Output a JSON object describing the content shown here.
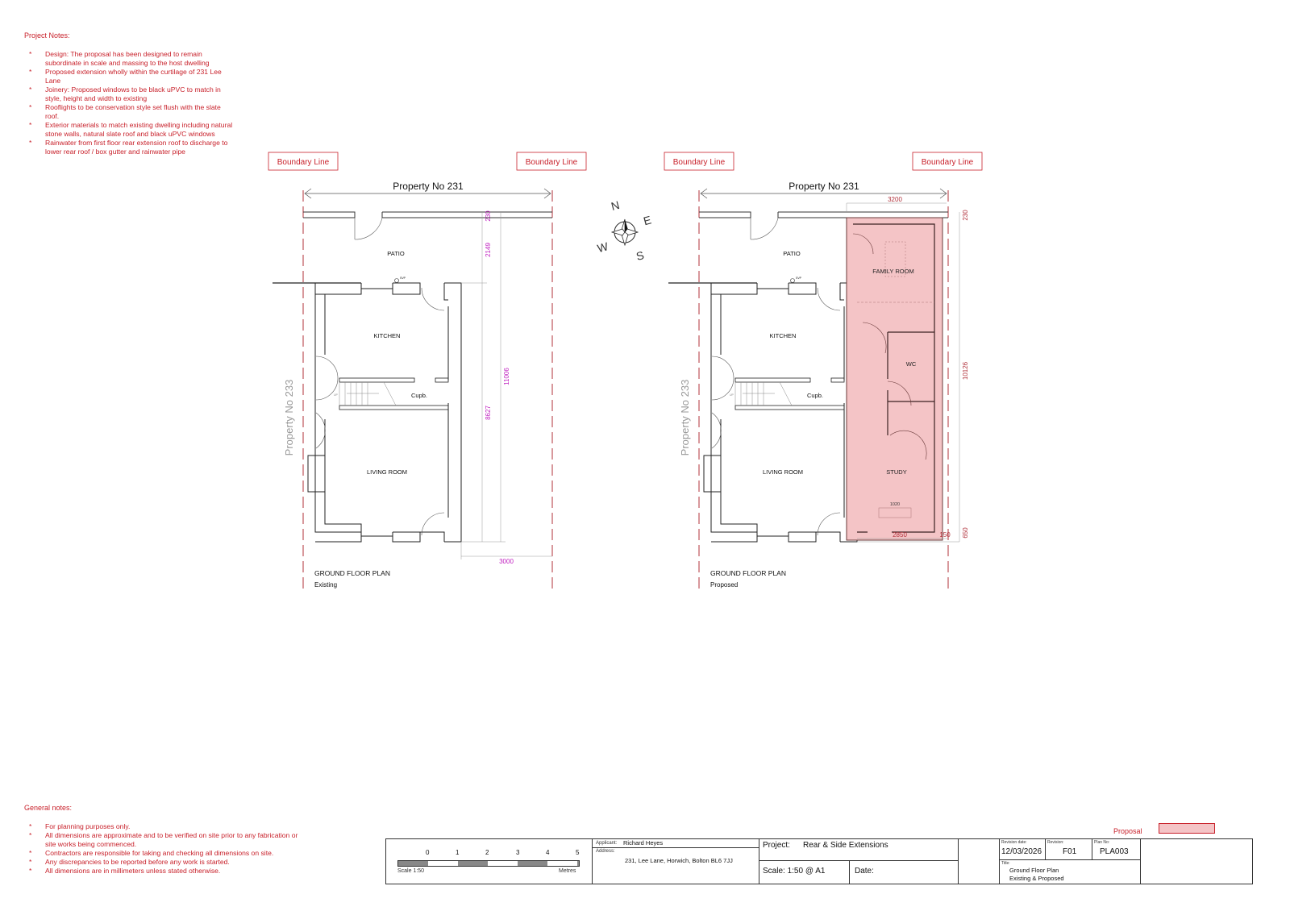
{
  "project_notes": {
    "title": "Project Notes:",
    "items": [
      "Design: The proposal has been designed to remain subordinate in scale and massing to the host dwelling",
      "Proposed extension wholly within the curtilage of 231 Lee Lane",
      "Joinery: Proposed windows to be black uPVC to match in style, height and width to existing",
      "Rooflights to be conservation style set flush with the slate roof.",
      "Exterior materials to match existing dwelling including natural stone walls, natural slate roof and black uPVC windows",
      "Rainwater from first floor rear extension roof to discharge to lower rear roof / box gutter and rainwater pipe"
    ]
  },
  "general_notes": {
    "title": "General notes:",
    "items": [
      "For planning purposes only.",
      "All dimensions are approximate and to be verified on site prior to any fabrication or site works being commenced.",
      "Contractors are responsible for taking and checking all dimensions on site.",
      "Any discrepancies to be reported before any work is started.",
      "All dimensions are in millimeters unless stated otherwise."
    ]
  },
  "plans": {
    "existing": {
      "boundary_left": "Boundary Line",
      "boundary_right": "Boundary Line",
      "property_top": "Property No 231",
      "property_side": "Property No 233",
      "rooms": {
        "patio": "PATIO",
        "kitchen": "KITCHEN",
        "cupboard": "Cupb.",
        "living": "LIVING ROOM",
        "svp": "SVP",
        "up": "UP"
      },
      "dims": {
        "d230": "230",
        "d2149": "2149",
        "d11006": "11006",
        "d8627": "8627",
        "d3000": "3000"
      },
      "title": "GROUND FLOOR PLAN",
      "subtitle": "Existing"
    },
    "proposed": {
      "boundary_left": "Boundary Line",
      "boundary_right": "Boundary Line",
      "property_top": "Property No 231",
      "property_side": "Property No 233",
      "rooms": {
        "patio": "PATIO",
        "kitchen": "KITCHEN",
        "cupboard": "Cupb.",
        "living": "LIVING ROOM",
        "svp": "SVP",
        "up": "UP",
        "family": "FAMILY ROOM",
        "wc": "WC",
        "study": "STUDY"
      },
      "dims": {
        "d3200": "3200",
        "d230": "230",
        "d10126": "10126",
        "d650": "650",
        "d2850": "2850",
        "d150": "150",
        "d1020": "1020"
      },
      "title": "GROUND FLOOR PLAN",
      "subtitle": "Proposed"
    }
  },
  "compass": {
    "n": "N",
    "e": "E",
    "s": "S",
    "w": "W"
  },
  "legend": {
    "proposal_label": "Proposal",
    "proposal_color": "#f4c4c6"
  },
  "title_block": {
    "scale_ticks": [
      "0",
      "1",
      "2",
      "3",
      "4",
      "5"
    ],
    "scale_label": "Scale 1:50",
    "scale_unit": "Metres",
    "applicant_label": "Applicant:",
    "applicant": "Richard Heyes",
    "address_label": "Address:",
    "address": "231, Lee Lane, Horwich, Bolton BL6 7JJ",
    "project_label": "Project:",
    "project": "Rear & Side Extensions",
    "scale_field": "Scale:  1:50 @ A1",
    "date_label": "Date:",
    "revision_date_label": "Revision date:",
    "revision_date": "12/03/2026",
    "revision_label": "Revision:",
    "revision": "F01",
    "plan_no_label": "Plan No:",
    "plan_no": "PLA003",
    "title_label": "Title:",
    "title_line1": "Ground Floor Plan",
    "title_line2": "Existing & Proposed"
  }
}
